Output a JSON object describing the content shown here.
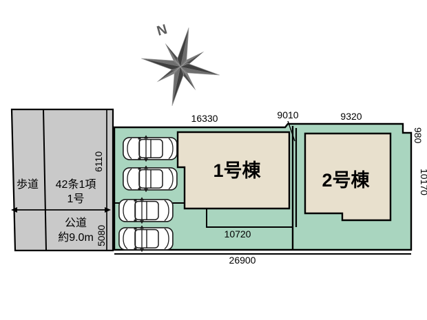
{
  "document": {
    "type": "site-plan",
    "title": "区画図"
  },
  "colors": {
    "land_green": "#a9d5bf",
    "building_beige": "#e8e0cd",
    "road_grey": "#c9c9c9",
    "outline": "#000000",
    "compass_grey": "#5d5d5d",
    "compass_dark": "#4a4a4a"
  },
  "compass": {
    "north_label": "N",
    "icon": "compass-rose-icon"
  },
  "buildings": [
    {
      "id": "bldg-1",
      "label": "1号棟"
    },
    {
      "id": "bldg-2",
      "label": "2号棟"
    }
  ],
  "road": {
    "sidewalk_label": "歩道",
    "zoning_line1": "42条1項",
    "zoning_line2": "1号",
    "public_road_label": "公道",
    "public_road_width": "約9.0m"
  },
  "dimensions": {
    "top_left": "16330",
    "top_gap": "9010",
    "top_right": "9320",
    "right_upper": "980",
    "right_lower": "10170",
    "left_upper": "6110",
    "left_lower": "5080",
    "inner_bottom": "10720",
    "outer_bottom": "26900"
  },
  "parking": {
    "icon": "car-top-view-icon",
    "stalls": [
      {
        "id": "stall-1"
      },
      {
        "id": "stall-2"
      },
      {
        "id": "stall-3"
      },
      {
        "id": "stall-4"
      }
    ]
  }
}
